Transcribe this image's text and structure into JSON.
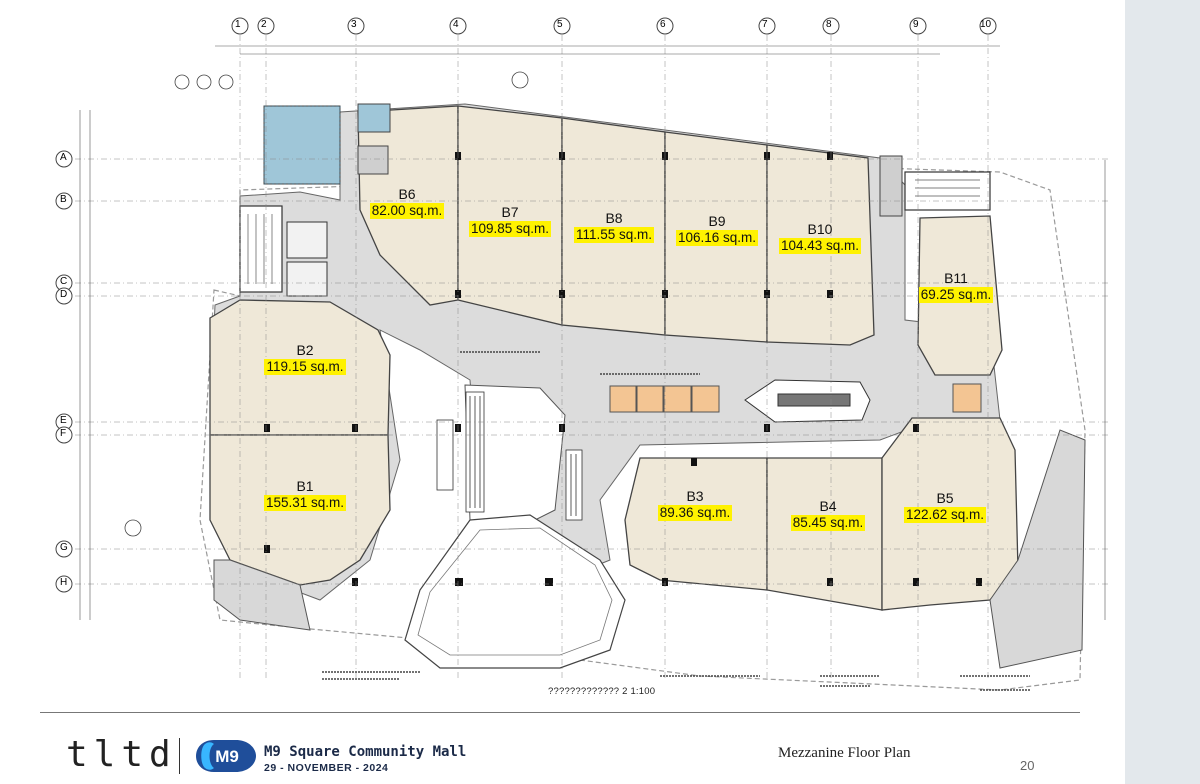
{
  "project": {
    "studio": "tltd",
    "logo_text": "M9",
    "name": "M9 Square Community Mall",
    "date": "29 - NOVEMBER - 2024"
  },
  "sheet": {
    "title": "Mezzanine Floor Plan",
    "page_number": "20",
    "scale_note": "????????????? 2   1:100"
  },
  "grid": {
    "columns": [
      "1",
      "2",
      "3",
      "4",
      "5",
      "6",
      "7",
      "8",
      "9",
      "10"
    ],
    "rows": [
      "A",
      "B",
      "C",
      "D",
      "E",
      "F",
      "G",
      "H"
    ]
  },
  "units": [
    {
      "id": "B1",
      "area": "155.31 sq.m."
    },
    {
      "id": "B2",
      "area": "119.15 sq.m."
    },
    {
      "id": "B3",
      "area": "89.36 sq.m."
    },
    {
      "id": "B4",
      "area": "85.45 sq.m."
    },
    {
      "id": "B5",
      "area": "122.62 sq.m."
    },
    {
      "id": "B6",
      "area": "82.00 sq.m."
    },
    {
      "id": "B7",
      "area": "109.85 sq.m."
    },
    {
      "id": "B8",
      "area": "111.55 sq.m."
    },
    {
      "id": "B9",
      "area": "106.16 sq.m."
    },
    {
      "id": "B10",
      "area": "104.43 sq.m."
    },
    {
      "id": "B11",
      "area": "69.25 sq.m."
    }
  ],
  "colors": {
    "unit_fill": "#efe8d8",
    "corridor_fill": "#dcdcdc",
    "highlight": "#fff200",
    "restroom_fill": "#9fc6d8",
    "kiosk_fill": "#f3c593"
  }
}
